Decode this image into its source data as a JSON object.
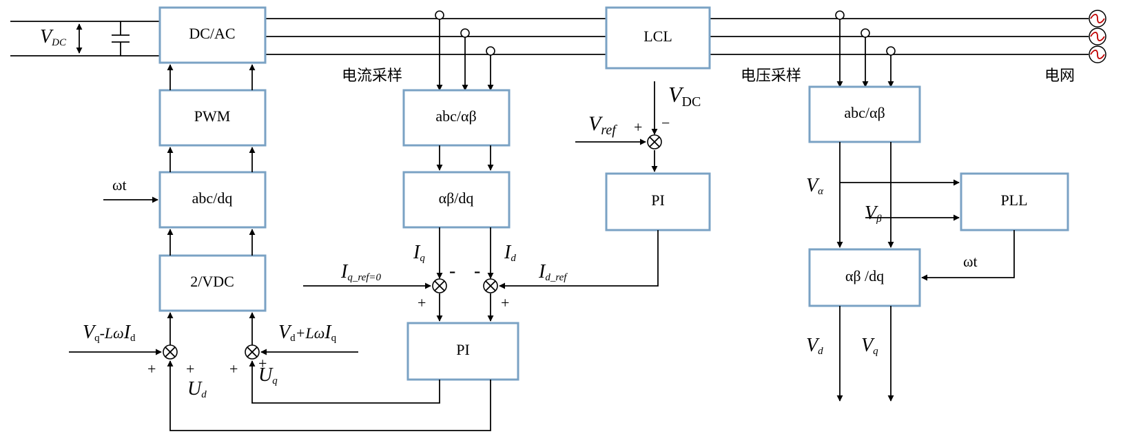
{
  "labels": {
    "vdc_left": "V",
    "vdc_left_sub": "DC",
    "current_sampling": "电流采样",
    "voltage_sampling": "电压采样",
    "grid": "电网",
    "vdc_right": "V",
    "vdc_right_sub": "DC",
    "vref": "V",
    "vref_sub": "ref",
    "omega_t_left": "ωt",
    "omega_t_right": "ωt",
    "iq": "I",
    "iq_sub": "q",
    "id": "I",
    "id_sub": "d",
    "iq_ref": "I",
    "iq_ref_sub": "q_ref=0",
    "id_ref": "I",
    "id_ref_sub": "d_ref",
    "vq_term": {
      "v": "V",
      "v_sub": "q",
      "mid": "-Lω",
      "i": "I",
      "i_sub": "d"
    },
    "vd_term": {
      "v": "V",
      "v_sub": "d",
      "mid": "+Lω",
      "i": "I",
      "i_sub": "q"
    },
    "ud": "U",
    "ud_sub": "d",
    "uq": "U",
    "uq_sub": "q",
    "v_alpha": "V",
    "v_alpha_sub": "α",
    "v_beta": "V",
    "v_beta_sub": "β",
    "vd_out": "V",
    "vd_out_sub": "d",
    "vq_out": "V",
    "vq_out_sub": "q",
    "plus": "+",
    "minus": "−",
    "dash": "-"
  },
  "blocks": {
    "dcac": "DC/AC",
    "pwm": "PWM",
    "abcdq": "abc/dq",
    "twovdc": "2/VDC",
    "abc_ab_current": "abc/αβ",
    "ab_dq_current": "αβ/dq",
    "pi_current": "PI",
    "lcl": "LCL",
    "pi_voltage": "PI",
    "abc_ab_voltage": "abc/αβ",
    "pll": "PLL",
    "ab_dq_voltage": "αβ /dq"
  }
}
